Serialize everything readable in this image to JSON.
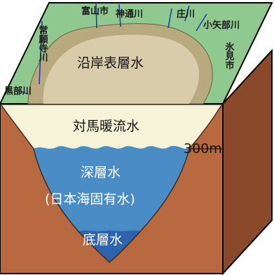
{
  "places": {
    "toyama_city": "富山市",
    "jinzu_river": "神通川",
    "sho_river": "庄川",
    "oyabe_river": "小矢部川",
    "himi_city": "氷見市",
    "joganji_river": "常願寺川",
    "kurobe_river": "黒部川"
  },
  "layers": {
    "coastal_surface": "沿岸表層水",
    "tsushima_warm": "対馬暖流水",
    "depth_marker": "300m",
    "deep_water": "深層水",
    "deep_water_alias": "(日本海固有水)",
    "bottom_water": "底層水"
  },
  "colors": {
    "land": "#8fc98f",
    "river": "#1f3fb3",
    "coastal": "#cfc39c",
    "coastal_edge": "#b8a97e",
    "warm_layer": "#f6f3d8",
    "deep_layer": "#4a8cc6",
    "bottom_layer": "#2e63ad",
    "earth_front": "#b8693f",
    "earth_side": "#8a4a2a"
  }
}
